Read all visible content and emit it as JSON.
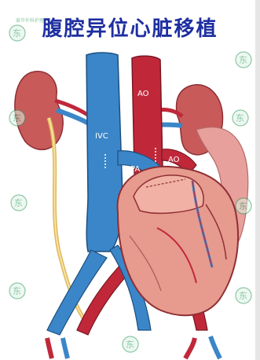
{
  "title": "腹腔异位心脏移植",
  "labels": {
    "ao_top": "AO",
    "ivc": "IVC",
    "pa": "PA",
    "ao_graft": "AO"
  },
  "watermark": {
    "glyph": "东",
    "caption": "爱华外科护理"
  },
  "colors": {
    "title": "#1e2fa0",
    "ivc_blue": "#3b86c8",
    "aorta_red": "#c0283a",
    "heart_pink": "#e79a8e",
    "kidney": "#c85a5a",
    "ureter": "#f3d27a",
    "watermark_green": "#2e9b5a"
  }
}
